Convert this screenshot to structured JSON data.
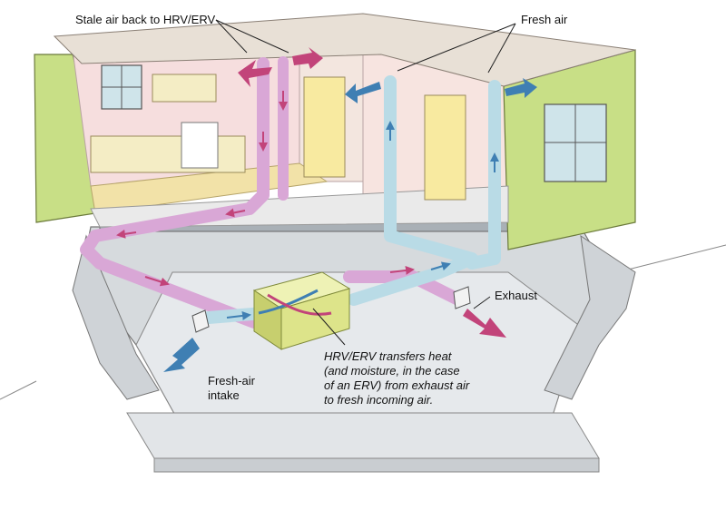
{
  "labels": {
    "stale_air": "Stale air back to HRV/ERV",
    "fresh_air": "Fresh air",
    "exhaust": "Exhaust",
    "fresh_air_intake_1": "Fresh-air",
    "fresh_air_intake_2": "intake",
    "hrv_desc": [
      "HRV/ERV transfers heat",
      "(and moisture, in the case",
      "of an ERV) from exhaust air",
      "to fresh incoming air."
    ]
  },
  "colors": {
    "stale_duct": "#d9a7d6",
    "stale_arrow": "#c2447a",
    "fresh_duct": "#b9dbe6",
    "fresh_arrow": "#3f7fb3",
    "wall_green": "#c8df86",
    "interior_pink": "#f6dede",
    "floor": "#e4e7ea",
    "hrv_box": "#dde48a"
  }
}
